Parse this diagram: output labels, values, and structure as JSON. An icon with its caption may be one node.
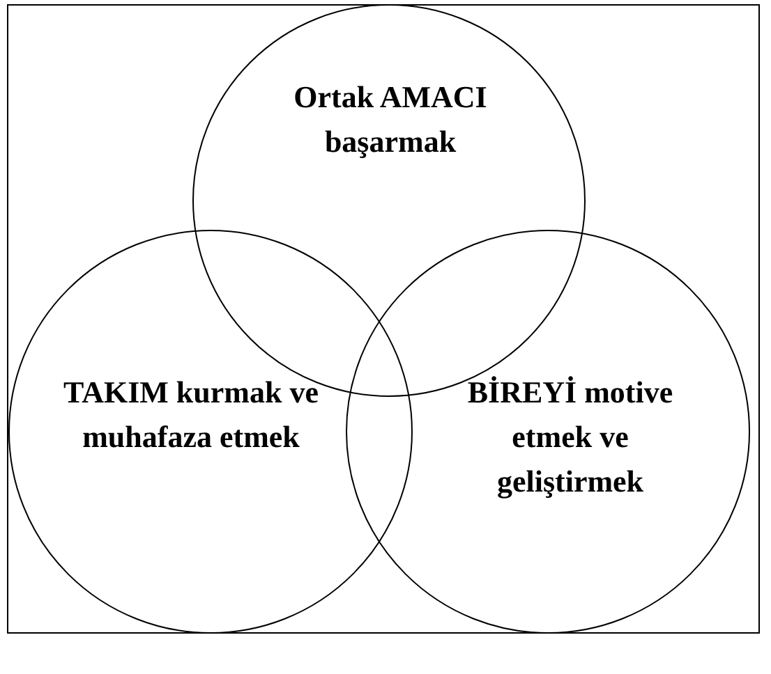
{
  "diagram": {
    "nodes": [
      {
        "text": [
          "Ortak AMACI başarmak"
        ]
      },
      {
        "text": [
          "TAKIM kurmak ve muhafaza etmek"
        ]
      },
      {
        "text": [
          "BİREYİ motive etmek ve geliştirmek"
        ]
      }
    ]
  }
}
